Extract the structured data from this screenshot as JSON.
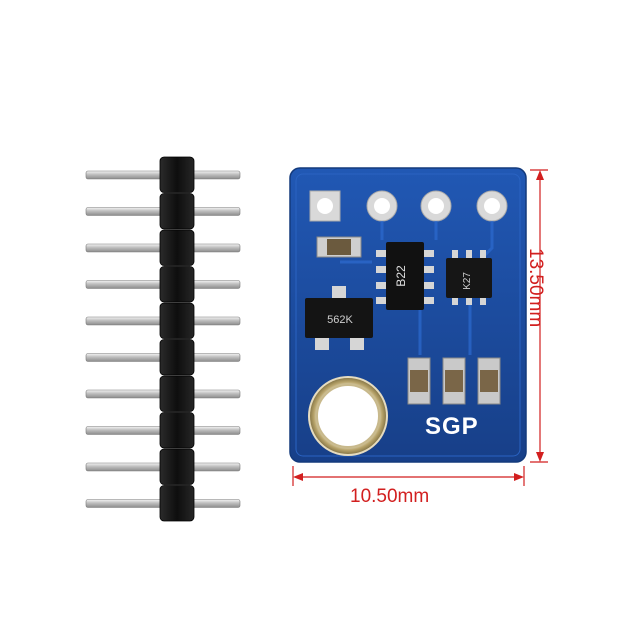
{
  "board": {
    "silkscreen_label": "SGP",
    "ic_marking_main": "B22",
    "ic_marking_small": "K27",
    "transistor_marking": "562K"
  },
  "dimensions": {
    "width": "10.50mm",
    "height": "13.50mm"
  },
  "pin_header": {
    "pin_count": 10
  },
  "colors": {
    "pcb": "#1d4fa3",
    "dimension_lines": "#d21f1f",
    "header_plastic": "#151515",
    "pin_metal": "#c9c9c9"
  }
}
